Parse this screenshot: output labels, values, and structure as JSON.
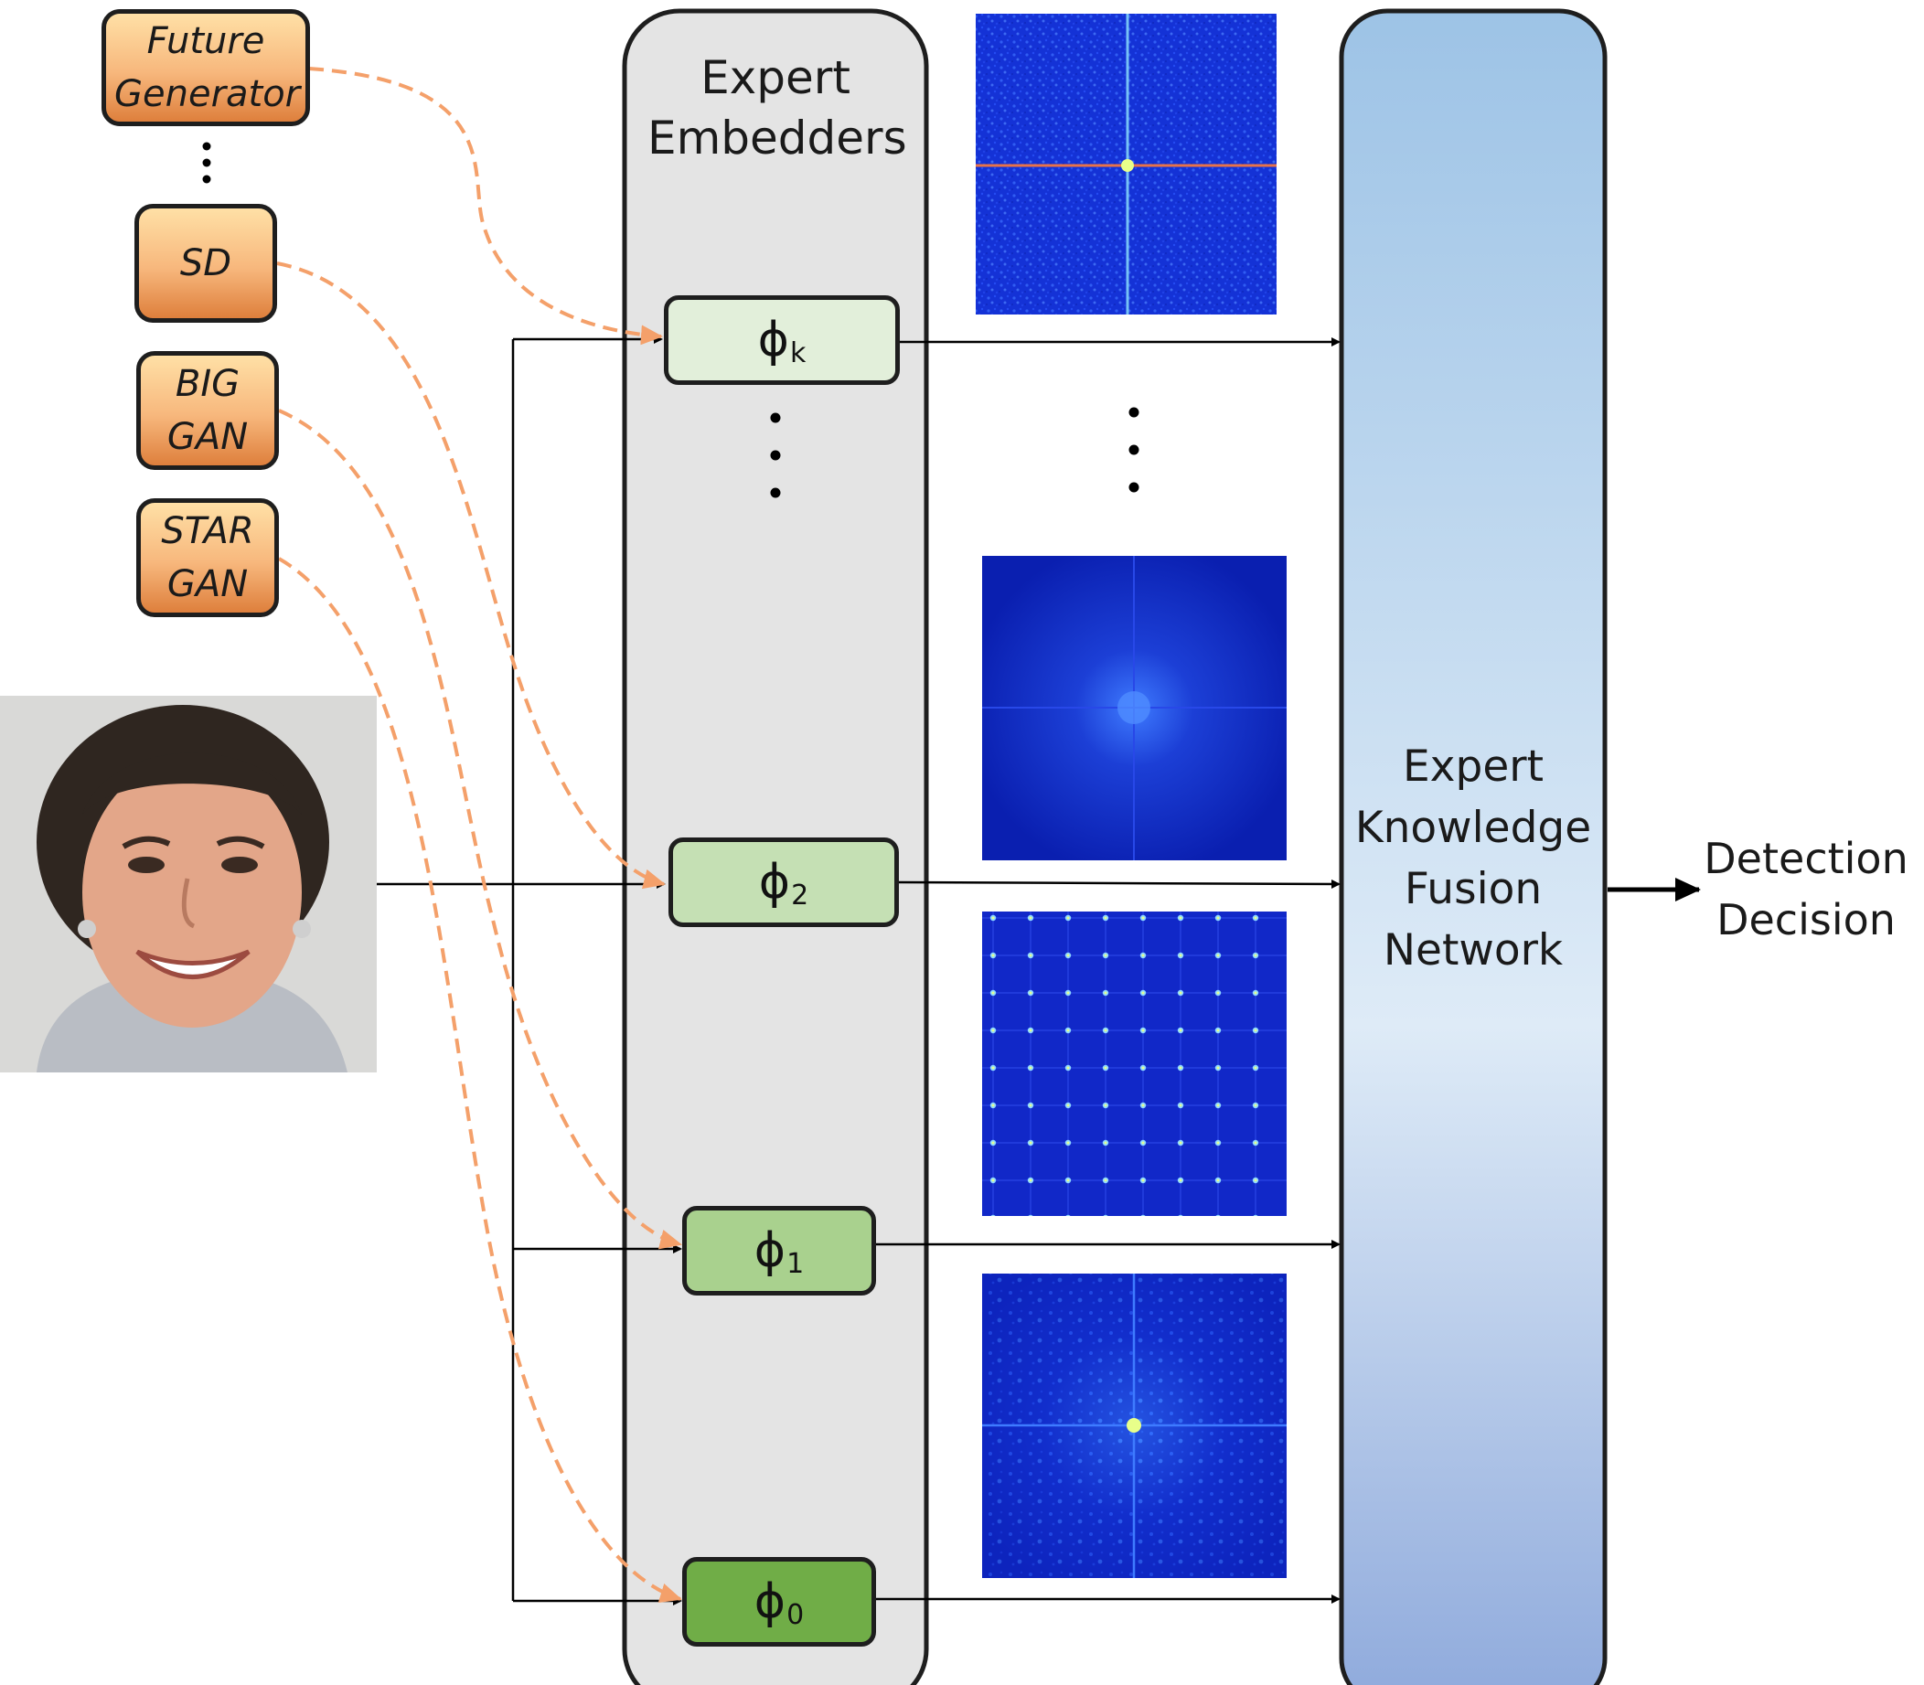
{
  "generators": {
    "future": "Future Generator",
    "sd": "SD",
    "biggan": "BIG GAN",
    "stargan": "STAR GAN"
  },
  "experts": {
    "title": "Expert Embedders",
    "phi_symbol": "ϕ",
    "items": [
      {
        "symbol": "ϕ",
        "subscript": "k"
      },
      {
        "symbol": "ϕ",
        "subscript": "2"
      },
      {
        "symbol": "ϕ",
        "subscript": "1"
      },
      {
        "symbol": "ϕ",
        "subscript": "0"
      }
    ]
  },
  "fusion": {
    "label": "Expert Knowledge Fusion Network"
  },
  "output": {
    "label": "Detection Decision"
  },
  "colors": {
    "generator_box_top": "#ffe0a6",
    "generator_box_bottom": "#de7f3c",
    "embedder_panel": "#e4e4e4",
    "phi_k": "#e2efda",
    "phi_2": "#c5e0b4",
    "phi_1": "#a9d18e",
    "phi_0": "#70ad47",
    "fusion_top": "#9dc3e6",
    "fusion_mid": "#deebf7",
    "fusion_bottom": "#8faadc",
    "dashed_link": "#f4a06a",
    "spectrum_bg": "#0a1fb8"
  },
  "icons": {
    "input": "smiling-face-photo",
    "spectra": [
      "spectrum-cross-icon",
      "spectrum-center-blob-icon",
      "spectrum-grid-peaks-icon",
      "spectrum-starburst-icon"
    ]
  }
}
